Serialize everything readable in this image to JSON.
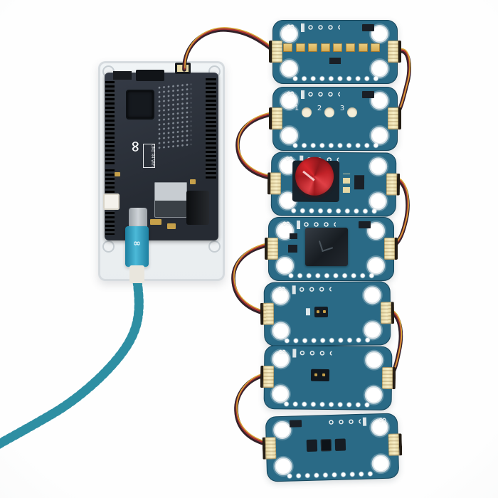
{
  "scene": {
    "description": "Arduino UNO R4 WiFi board in a clear case connected by a teal braided USB cable and daisy-chained Qwiic cables to seven Modulino modules",
    "background": "#ffffff"
  },
  "colors": {
    "module-pcb": "#2a6a86",
    "module-pcb-dark": "#1b4b63",
    "silk-white": "#f2f4f4",
    "connector-cream": "#e7d9a6",
    "chip-black": "#1a1f26",
    "led-amber": "#d2a74e",
    "button-face": "#f5eed8",
    "knob-red": "#cf2127",
    "gold": "#c6a04a",
    "wire-dark": "#33222a",
    "wire-red": "#a93434",
    "wire-yellow": "#d8a937",
    "braid-teal": "#2e8fa3",
    "braid-white": "#e9f1f2",
    "usb-teal": "#2b9ec2",
    "board-dark": "#2d333d"
  },
  "brand": {
    "logo_glyph": "∞"
  },
  "arduino": {
    "board_label": "UNO R4 WiFi"
  },
  "modules": [
    {
      "name": "led-strip-module",
      "leds": 8
    },
    {
      "name": "buttons-module",
      "button_labels": [
        "1",
        "2",
        "3"
      ]
    },
    {
      "name": "knob-module"
    },
    {
      "name": "buzzer-module"
    },
    {
      "name": "movement-sensor-module"
    },
    {
      "name": "thermo-sensor-module"
    },
    {
      "name": "distance-sensor-module"
    }
  ],
  "cables": {
    "module_wire_colors": [
      "black",
      "red",
      "yellow"
    ],
    "usb_cable_style": "teal and white braided"
  }
}
